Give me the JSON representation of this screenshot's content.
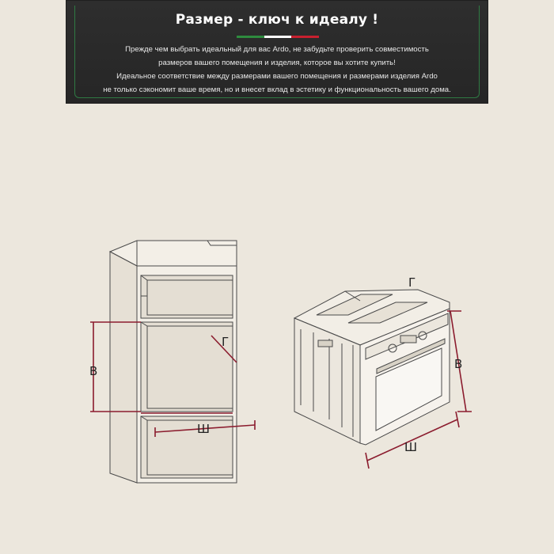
{
  "header": {
    "title": "Размер - ключ к идеалу !",
    "lines": [
      "Прежде чем выбрать идеальный для вас Ardo, не забудьте проверить совместимость",
      "размеров вашего помещения и изделия, которое вы хотите купить!",
      "Идеальное соответствие между размерами вашего помещения и размерами изделия Ardo",
      "не только сэкономит ваше время, но и внесет вклад в эстетику и функциональность вашего дома."
    ],
    "flag_colors": [
      "#2e8b3e",
      "#ffffff",
      "#c8202f"
    ]
  },
  "diagram": {
    "cabinet_labels": {
      "height": "В",
      "width": "Ш",
      "depth": "Г"
    },
    "oven_labels": {
      "height": "В",
      "width": "Ш",
      "depth": "Г"
    },
    "dimension_color": "#8b1c2e"
  }
}
